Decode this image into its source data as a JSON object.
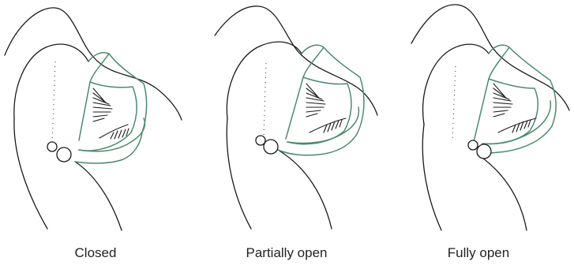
{
  "panels": [
    {
      "label": "Closed"
    },
    {
      "label": "Partially open"
    },
    {
      "label": "Fully open"
    }
  ],
  "colors": {
    "outline": "#1a1a1a",
    "structure": "#4c8a6e"
  }
}
